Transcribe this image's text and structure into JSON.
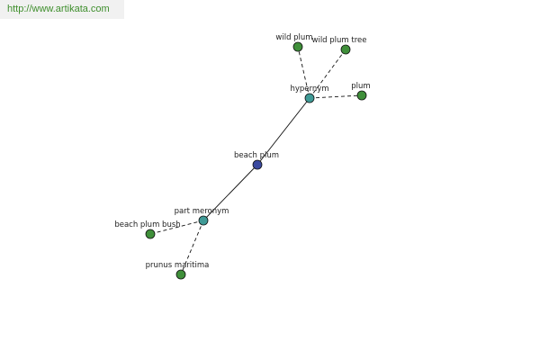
{
  "site": {
    "url_text": "http://www.artikata.com"
  },
  "colors": {
    "center": "#3b4aa0",
    "relation": "#3f9a96",
    "leaf": "#3f8f3a",
    "stroke": "#111111",
    "link_text": "#3e8e2c"
  },
  "graph": {
    "center": {
      "id": "beach-plum",
      "label": "beach plum",
      "role": "center"
    },
    "relations": [
      {
        "id": "hypernym",
        "label": "hypernym",
        "role": "relation"
      },
      {
        "id": "part-meronym",
        "label": "part meronym",
        "role": "relation"
      }
    ],
    "leaves": [
      {
        "id": "wild-plum",
        "label": "wild plum",
        "parent": "hypernym"
      },
      {
        "id": "wild-plum-tree",
        "label": "wild plum tree",
        "parent": "hypernym"
      },
      {
        "id": "plum",
        "label": "plum",
        "parent": "hypernym"
      },
      {
        "id": "beach-plum-bush",
        "label": "beach plum bush",
        "parent": "part-meronym"
      },
      {
        "id": "prunus-maritima",
        "label": "prunus maritima",
        "parent": "part-meronym"
      }
    ]
  }
}
